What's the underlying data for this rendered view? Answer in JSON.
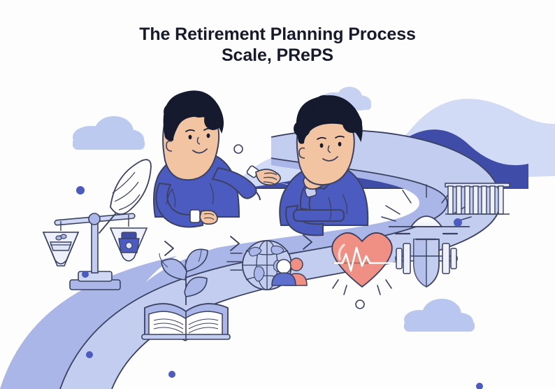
{
  "page": {
    "background_color": "#fdfdfe",
    "title_line_1": "The Retirement Planning Process",
    "title_line_2": "Scale, PRePS",
    "title_color": "#171a2b"
  },
  "palette": {
    "ink": "#2b3258",
    "sweater_blue": "#4c5bc0",
    "sweater_blue_dark": "#3f4da8",
    "path_light": "#c3ccee",
    "path_mid": "#a8b5e6",
    "path_shadow": "#8d9ddd",
    "cloud": "#b9c6ef",
    "mountain_dark": "#3f4da8",
    "mountain_light": "#b9c6ef",
    "skin": "#f2c4a2",
    "skin_shade": "#e8b08c",
    "hair": "#151a2e",
    "white": "#ffffff",
    "heart_pink": "#f08f83",
    "heart_pink_dark": "#d9766b",
    "person_icon_salmon": "#f08f83",
    "dot_blue": "#4c5bc0"
  },
  "illustration": {
    "scene_name": "retirement-planning-journey",
    "description": "Two people discussing beside a winding road lined with life-stage icons",
    "characters": [
      {
        "id": "advisor-woman",
        "name": "woman-speaking",
        "hair": "dark bun",
        "garment": "blue crew sweater with white collar",
        "pose": "gesturing with open hand"
      },
      {
        "id": "client-man",
        "name": "man-thinking",
        "hair": "dark curly",
        "garment": "blue sweater",
        "pose": "hand resting on chin, thinking"
      }
    ],
    "milestones": [
      {
        "id": "balance-scale",
        "label": "scale-icon",
        "note": "balance scale with feather quill and weight"
      },
      {
        "id": "feather-quill",
        "label": "quill-icon",
        "note": "feather pen behind the scale"
      },
      {
        "id": "book-plant",
        "label": "book-plant-icon",
        "note": "open book with growing sprout"
      },
      {
        "id": "globe-people",
        "label": "globe-people-icon",
        "note": "globe with two person figures"
      },
      {
        "id": "heart-pulse",
        "label": "heart-pulse-icon",
        "note": "heart with ECG line"
      },
      {
        "id": "dumbbell-shield",
        "label": "dumbbell-shield-icon",
        "note": "barbell crossed by a shield"
      },
      {
        "id": "sunset-fence",
        "label": "sunset-icon",
        "note": "setting sun with rays beside a railing"
      }
    ],
    "path_markers": {
      "glyph": "chevron-right",
      "count": 4
    },
    "background_elements": {
      "clouds": 4,
      "mountains": 2,
      "decor_dots": 5,
      "decor_rings": 2
    }
  }
}
